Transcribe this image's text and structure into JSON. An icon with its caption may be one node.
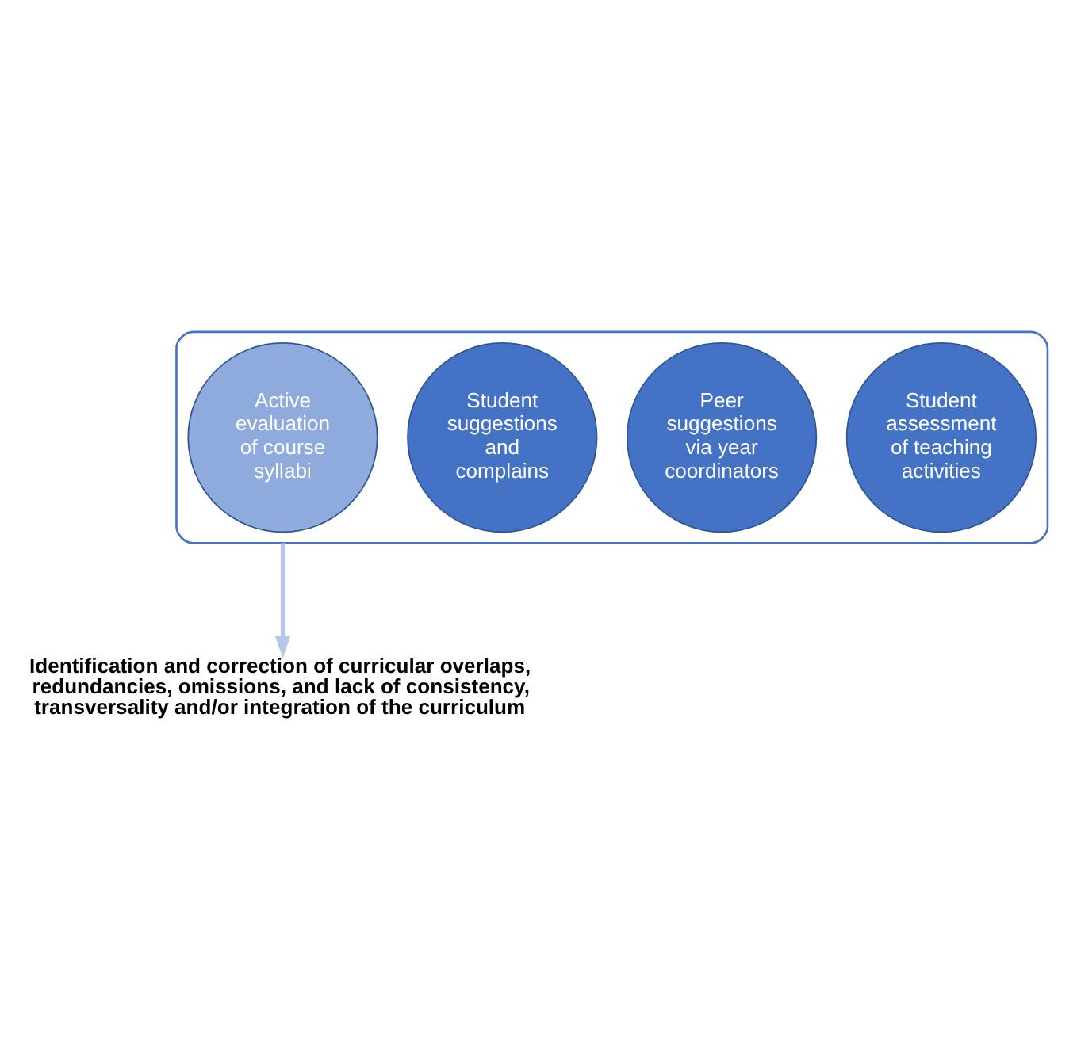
{
  "diagram": {
    "nodes": [
      {
        "text": [],
        "shape": "funnel"
      },
      {
        "text": [
          "Student suggestions and complains"
        ],
        "in": 0
      },
      {
        "text": [
          "Peer suggestions via year coordinators"
        ],
        "in": 0
      },
      {
        "text": [
          "Student assessment of teaching activities"
        ],
        "in": 0
      },
      {
        "text": [
          "Active evaluation of course syllabi"
        ],
        "in": 0
      },
      {
        "text": [
          "Identification and correction of curricular overlaps, redundancies, omissions, and lack of consistency, transversality and/or integration of the curriculum"
        ]
      }
    ],
    "edges": [
      {
        "from": 0,
        "to": 5,
        "arrow": "to"
      }
    ]
  }
}
